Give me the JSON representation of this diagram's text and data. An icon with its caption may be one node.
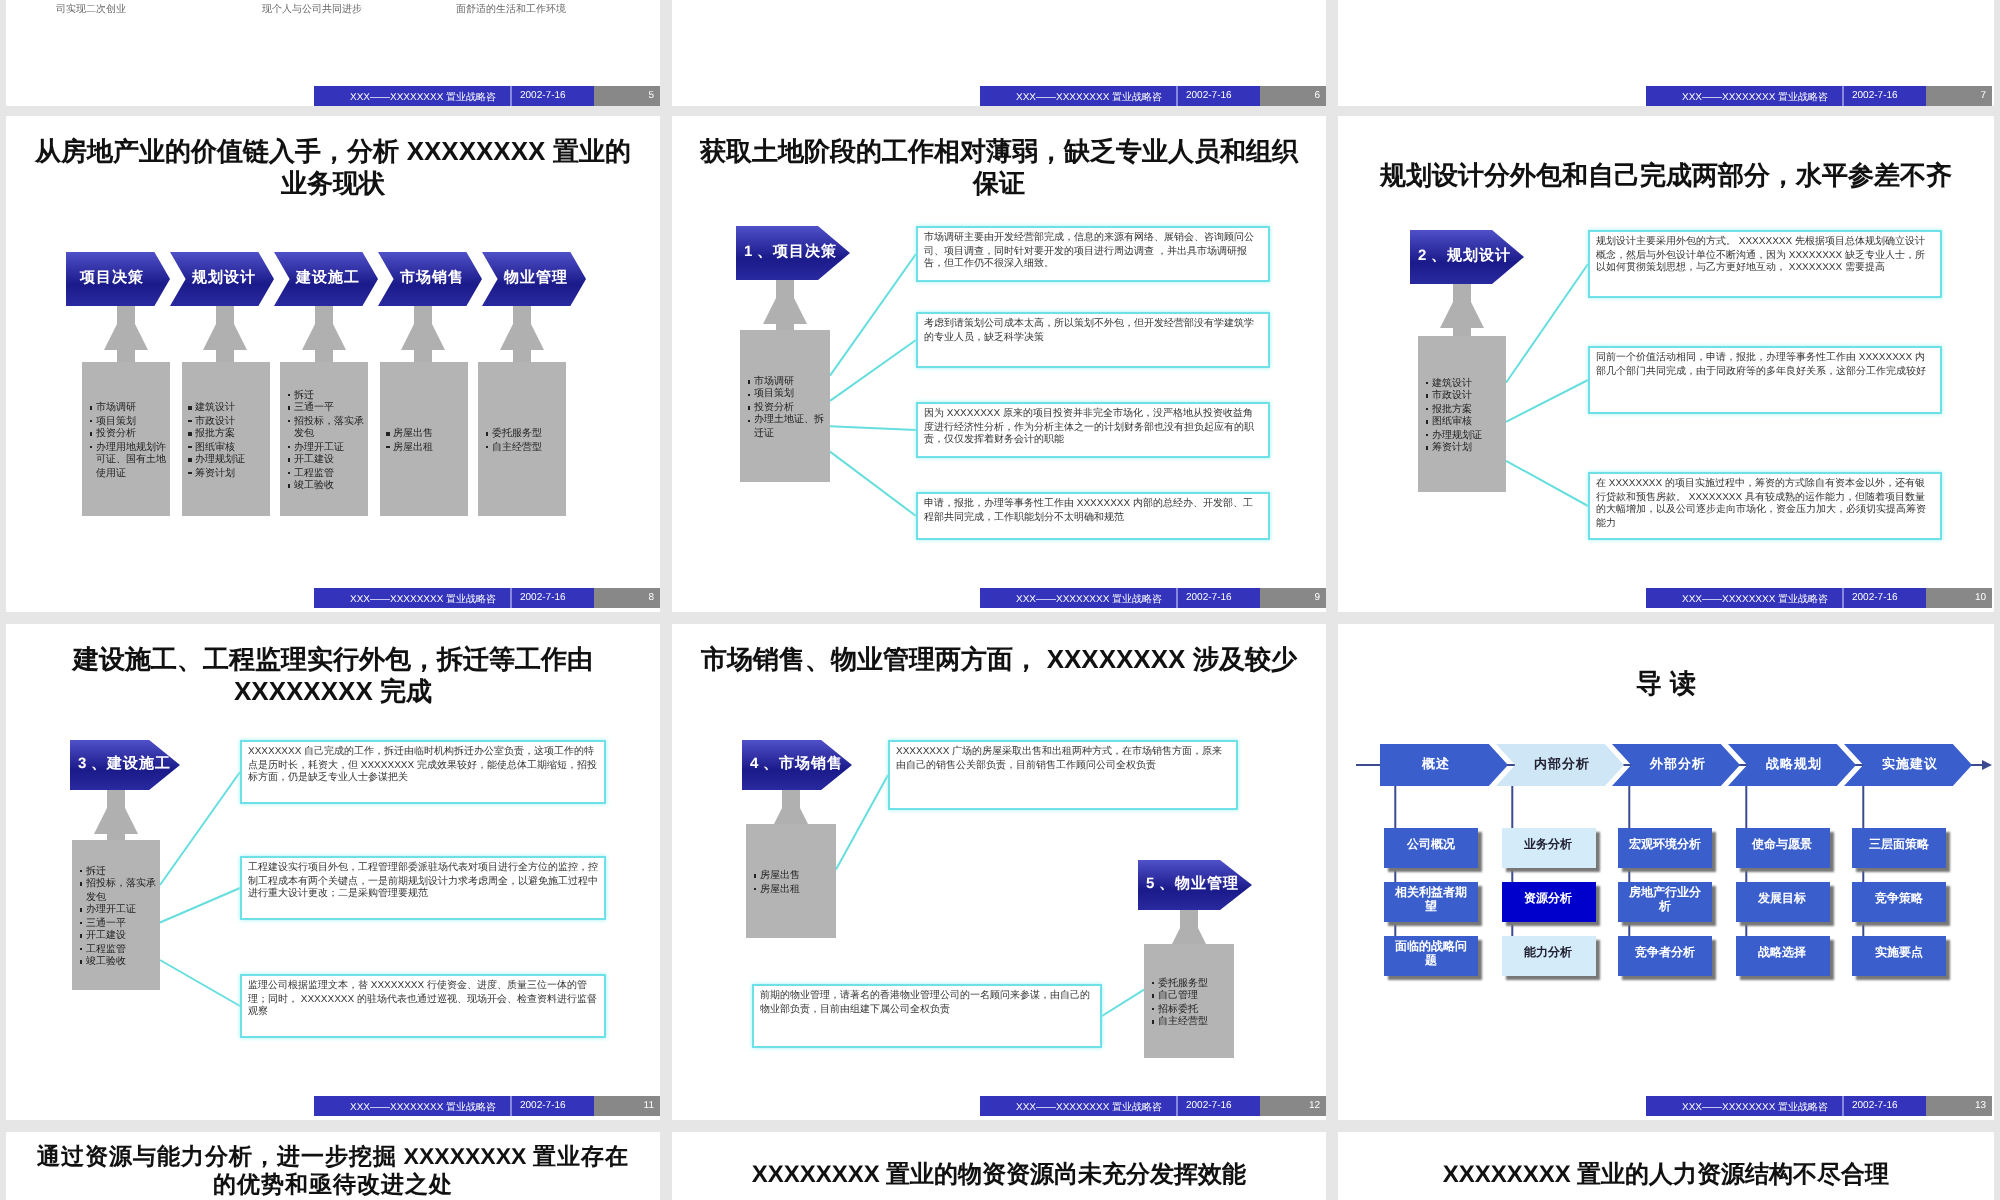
{
  "diagram": {
    "nodes": [
      {
        "text": [
          "司实现二次创业",
          "现个人与公司共同进步",
          "面舒适的生活和工作环境"
        ]
      },
      {
        "text": [
          "XXX——XXXXXXXX 置业战略咨",
          "2002-7-16",
          "5"
        ],
        "in": 0
      },
      {
        "text": [],
        "shape": "box"
      },
      {
        "text": [
          "XXX——XXXXXXXX 置业战略咨",
          "2002-7-16",
          "6"
        ],
        "in": 2
      },
      {
        "text": [],
        "shape": "box"
      },
      {
        "text": [
          "XXX——XXXXXXXX 置业战略咨",
          "2002-7-16",
          "7"
        ],
        "in": 4
      },
      {
        "text": [
          "从房地产业的价值链入手，分析 XXXXXXXX 置业的业务现状"
        ]
      },
      {
        "text": [
          "项目决策"
        ],
        "in": 6
      },
      {
        "text": [
          "规划设计"
        ],
        "in": 6
      },
      {
        "text": [
          "建设施工"
        ],
        "in": 6
      },
      {
        "text": [
          "市场销售"
        ],
        "in": 6
      },
      {
        "text": [
          "物业管理"
        ],
        "in": 6
      },
      {
        "text": [
          "市场调研",
          "项目策划",
          "投资分析",
          "办理用地规划许可证、国有土地使用证"
        ],
        "in": 6
      },
      {
        "text": [
          "建筑设计",
          "市政设计",
          "报批方案",
          "图纸审核",
          "办理规划证",
          "筹资计划"
        ],
        "in": 6
      },
      {
        "text": [
          "拆迁",
          "三通一平",
          "招投标，落实承发包",
          "办理开工证",
          "开工建设",
          "工程监管",
          "竣工验收"
        ],
        "in": 6
      },
      {
        "text": [
          "房屋出售",
          "房屋出租"
        ],
        "in": 6
      },
      {
        "text": [
          "委托服务型",
          "自主经营型"
        ],
        "in": 6
      },
      {
        "text": [
          "XXX——XXXXXXXX 置业战略咨",
          "2002-7-16",
          "8"
        ],
        "in": 6
      },
      {
        "text": [
          "获取土地阶段的工作相对薄弱，缺乏专业人员和组织保证"
        ]
      },
      {
        "text": [
          "1 、项目决策"
        ],
        "in": 18
      },
      {
        "text": [
          "市场调研",
          "项目策划",
          "投资分析",
          "办理土地证、拆迁证"
        ],
        "in": 18
      },
      {
        "text": [
          "市场调研主要由开发经营部完成，信息的来源有网络、展销会、咨询顾问公司、项目调查，同时针对要开发的项目进行周边调查 ，并出具市场调研报告，但工作仍不很深入细致。"
        ],
        "in": 18
      },
      {
        "text": [
          "考虑到请策划公司成本太高，所以策划不外包，但开发经营部没有学建筑学的专业人员，缺乏科学决策"
        ],
        "in": 18
      },
      {
        "text": [
          "因为 XXXXXXXX 原来的项目投资并非完全市场化，没严格地从投资收益角度进行经济性分析，作为分析主体之一的计划财务部也没有担负起应有的职责，仅仅发挥着财务会计的职能"
        ],
        "in": 18
      },
      {
        "text": [
          "申请，报批，办理等事务性工作由 XXXXXXXX 内部的总经办、开发部、工程部共同完成，工作职能划分不太明确和规范"
        ],
        "in": 18
      },
      {
        "text": [
          "XXX——XXXXXXXX 置业战略咨",
          "2002-7-16",
          "9"
        ],
        "in": 18
      },
      {
        "text": [
          "规划设计分外包和自己完成两部分，水平参差不齐"
        ]
      },
      {
        "text": [
          "2 、规划设计"
        ],
        "in": 26
      },
      {
        "text": [
          "建筑设计",
          "市政设计",
          "报批方案",
          "图纸审核",
          "办理规划证",
          "筹资计划"
        ],
        "in": 26
      },
      {
        "text": [
          "规划设计主要采用外包的方式。 XXXXXXXX 先根据项目总体规划确立设计概念，然后与外包设计单位不断沟通，因为 XXXXXXXX 缺乏专业人士，所以如何贯彻策划思想，与乙方更好地互动， XXXXXXXX 需要提高"
        ],
        "in": 26
      },
      {
        "text": [
          "同前一个价值活动相同，申请，报批，办理等事务性工作由 XXXXXXXX 内部几个部门共同完成，由于同政府等的多年良好关系，这部分工作完成较好"
        ],
        "in": 26
      },
      {
        "text": [
          "在 XXXXXXXX 的项目实施过程中，筹资的方式除自有资本金以外，还有银行贷款和预售房款。 XXXXXXXX 具有较成熟的运作能力，但随着项目数量的大幅增加，以及公司逐步走向市场化，资金压力加大，必须切实提高筹资能力"
        ],
        "in": 26
      },
      {
        "text": [
          "XXX——XXXXXXXX 置业战略咨",
          "2002-7-16",
          "10"
        ],
        "in": 26
      },
      {
        "text": [
          "建设施工、工程监理实行外包，拆迁等工作由 XXXXXXXX 完成"
        ]
      },
      {
        "text": [
          "3 、建设施工"
        ],
        "in": 33
      },
      {
        "text": [
          "拆迁",
          "招投标，落实承发包",
          "办理开工证",
          "三通一平",
          "开工建设",
          "工程监管",
          "竣工验收"
        ],
        "in": 33
      },
      {
        "text": [
          "XXXXXXXX 自己完成的工作，拆迁由临时机构拆迁办公室负责，这项工作的特点是历时长，耗资大，但 XXXXXXXX 完成效果较好，能使总体工期缩短，招投标方面，仍是缺乏专业人士参谋把关"
        ],
        "in": 33
      },
      {
        "text": [
          "工程建设实行项目外包，工程管理部委派驻场代表对项目进行全方位的监控，控制工程成本有两个关键点，一是前期规划设计力求考虑周全，以避免施工过程中进行重大设计更改；二是采购管理要规范"
        ],
        "in": 33
      },
      {
        "text": [
          "监理公司根据监理文本，替 XXXXXXXX 行使资金、进度、质量三位一体的管理；同时， XXXXXXXX 的驻场代表也通过巡视、现场开会、检查资料进行监督观察"
        ],
        "in": 33
      },
      {
        "text": [
          "XXX——XXXXXXXX 置业战略咨",
          "2002-7-16",
          "11"
        ],
        "in": 33
      },
      {
        "text": [
          "市场销售、物业管理两方面， XXXXXXXX 涉及较少"
        ]
      },
      {
        "text": [
          "4 、市场销售"
        ],
        "in": 40
      },
      {
        "text": [
          "房屋出售",
          "房屋出租"
        ],
        "in": 40
      },
      {
        "text": [
          "XXXXXXXX 广场的房屋采取出售和出租两种方式，在市场销售方面，原来由自己的销售公关部负责，目前销售工作顾问公司全权负责"
        ],
        "in": 40
      },
      {
        "text": [
          "5 、物业管理"
        ],
        "in": 40
      },
      {
        "text": [
          "委托服务型",
          "自己管理",
          "招标委托",
          "自主经营型"
        ],
        "in": 40
      },
      {
        "text": [
          "前期的物业管理，请著名的香港物业管理公司的一名顾问来参谋，由自己的物业部负责，目前由组建下属公司全权负责"
        ],
        "in": 40
      },
      {
        "text": [
          "XXX——XXXXXXXX 置业战略咨",
          "2002-7-16",
          "12"
        ],
        "in": 40
      },
      {
        "text": [
          "导 读"
        ]
      },
      {
        "text": [
          "概述"
        ],
        "in": 48
      },
      {
        "text": [
          "内部分析"
        ],
        "in": 48
      },
      {
        "text": [
          "外部分析"
        ],
        "in": 48
      },
      {
        "text": [
          "战略规划"
        ],
        "in": 48
      },
      {
        "text": [
          "实施建议"
        ],
        "in": 48
      },
      {
        "text": [
          "公司概况"
        ],
        "in": 48
      },
      {
        "text": [
          "相关利益者期望"
        ],
        "in": 48
      },
      {
        "text": [
          "面临的战略问题"
        ],
        "in": 48
      },
      {
        "text": [
          "业务分析"
        ],
        "in": 48
      },
      {
        "text": [
          "资源分析"
        ],
        "in": 48
      },
      {
        "text": [
          "能力分析"
        ],
        "in": 48
      },
      {
        "text": [
          "宏观环境分析"
        ],
        "in": 48
      },
      {
        "text": [
          "房地产行业分析"
        ],
        "in": 48
      },
      {
        "text": [
          "竞争者分析"
        ],
        "in": 48
      },
      {
        "text": [
          "使命与愿景"
        ],
        "in": 48
      },
      {
        "text": [
          "发展目标"
        ],
        "in": 48
      },
      {
        "text": [
          "战略选择"
        ],
        "in": 48
      },
      {
        "text": [
          "三层面策略"
        ],
        "in": 48
      },
      {
        "text": [
          "竞争策略"
        ],
        "in": 48
      },
      {
        "text": [
          "实施要点"
        ],
        "in": 48
      },
      {
        "text": [
          "XXX——XXXXXXXX 置业战略咨",
          "2002-7-16",
          "13"
        ],
        "in": 48
      },
      {
        "text": [
          "通过资源与能力分析，进一步挖掘 XXXXXXXX 置业存在的优势和亟待改进之处"
        ]
      },
      {
        "text": [
          "XXXXXXXX 置业的物资资源尚未充分发挥效能"
        ]
      },
      {
        "text": [
          "XXXXXXXX 置业的人力资源结构不尽合理"
        ]
      }
    ],
    "edges": [
      {
        "from": 12,
        "to": 7,
        "arrow": "to",
        "style": "thick",
        "color": "#b0b0b0"
      },
      {
        "from": 13,
        "to": 8,
        "arrow": "to",
        "style": "thick",
        "color": "#b0b0b0"
      },
      {
        "from": 14,
        "to": 9,
        "arrow": "to",
        "style": "thick",
        "color": "#b0b0b0"
      },
      {
        "from": 15,
        "to": 10,
        "arrow": "to",
        "style": "thick",
        "color": "#b0b0b0"
      },
      {
        "from": 16,
        "to": 11,
        "arrow": "to",
        "style": "thick",
        "color": "#b0b0b0"
      },
      {
        "from": 20,
        "to": 19,
        "arrow": "to",
        "style": "thick",
        "color": "#b0b0b0"
      },
      {
        "from": 20,
        "to": 21,
        "arrow": "none",
        "color": "#66dede"
      },
      {
        "from": 20,
        "to": 22,
        "arrow": "none",
        "color": "#66dede"
      },
      {
        "from": 20,
        "to": 23,
        "arrow": "none",
        "color": "#66dede"
      },
      {
        "from": 20,
        "to": 24,
        "arrow": "none",
        "color": "#66dede"
      },
      {
        "from": 28,
        "to": 27,
        "arrow": "to",
        "style": "thick",
        "color": "#b0b0b0"
      },
      {
        "from": 28,
        "to": 29,
        "arrow": "none",
        "color": "#66dede"
      },
      {
        "from": 28,
        "to": 30,
        "arrow": "none",
        "color": "#66dede"
      },
      {
        "from": 28,
        "to": 31,
        "arrow": "none",
        "color": "#66dede"
      },
      {
        "from": 35,
        "to": 34,
        "arrow": "to",
        "style": "thick",
        "color": "#b0b0b0"
      },
      {
        "from": 35,
        "to": 36,
        "arrow": "none",
        "color": "#66dede"
      },
      {
        "from": 35,
        "to": 37,
        "arrow": "none",
        "color": "#66dede"
      },
      {
        "from": 35,
        "to": 38,
        "arrow": "none",
        "color": "#66dede"
      },
      {
        "from": 42,
        "to": 41,
        "arrow": "to",
        "style": "thick",
        "color": "#b0b0b0"
      },
      {
        "from": 42,
        "to": 43,
        "arrow": "none",
        "color": "#66dede"
      },
      {
        "from": 45,
        "to": 44,
        "arrow": "to",
        "style": "thick",
        "color": "#b0b0b0"
      },
      {
        "from": 45,
        "to": 46,
        "arrow": "none",
        "color": "#66dede"
      },
      {
        "from": 49,
        "to": 54,
        "arrow": "none"
      },
      {
        "from": 54,
        "to": 55,
        "arrow": "none"
      },
      {
        "from": 55,
        "to": 56,
        "arrow": "none"
      },
      {
        "from": 50,
        "to": 57,
        "arrow": "none"
      },
      {
        "from": 57,
        "to": 58,
        "arrow": "none"
      },
      {
        "from": 58,
        "to": 59,
        "arrow": "none"
      },
      {
        "from": 51,
        "to": 60,
        "arrow": "none"
      },
      {
        "from": 60,
        "to": 61,
        "arrow": "none"
      },
      {
        "from": 61,
        "to": 62,
        "arrow": "none"
      },
      {
        "from": 52,
        "to": 63,
        "arrow": "none"
      },
      {
        "from": 63,
        "to": 64,
        "arrow": "none"
      },
      {
        "from": 64,
        "to": 65,
        "arrow": "none"
      },
      {
        "from": 53,
        "to": 66,
        "arrow": "none"
      },
      {
        "from": 66,
        "to": 67,
        "arrow": "none"
      },
      {
        "from": 67,
        "to": 68,
        "arrow": "none"
      }
    ]
  }
}
